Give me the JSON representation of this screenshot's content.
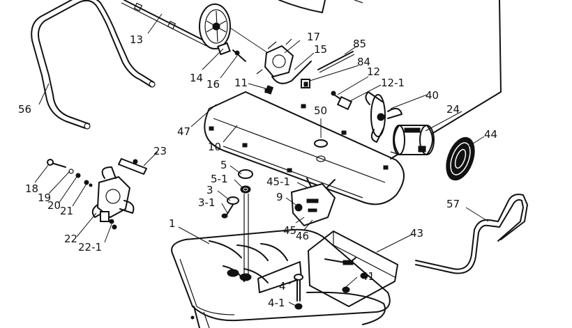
{
  "labels": {
    "p1": "1",
    "p3": "3",
    "p3_1": "3-1",
    "p4": "4",
    "p4_1": "4-1",
    "p5": "5",
    "p5_1": "5-1",
    "p9": "9",
    "p10": "10",
    "p11": "11",
    "p12": "12",
    "p12_1": "12-1",
    "p13": "13",
    "p14": "14",
    "p15": "15",
    "p16": "16",
    "p17": "17",
    "p18": "18",
    "p19": "19",
    "p20": "20",
    "p21": "21",
    "p22": "22",
    "p22_1": "22-1",
    "p23": "23",
    "p24": "24",
    "p40": "40",
    "p41": "41",
    "p43": "43",
    "p44": "44",
    "p45": "45",
    "p45_1": "45-1",
    "p46": "46",
    "p47": "47",
    "p50": "50",
    "p56": "56",
    "p57": "57",
    "p84": "84",
    "p85": "85"
  },
  "colors": {
    "ink": "#111111",
    "background": "#ffffff"
  }
}
